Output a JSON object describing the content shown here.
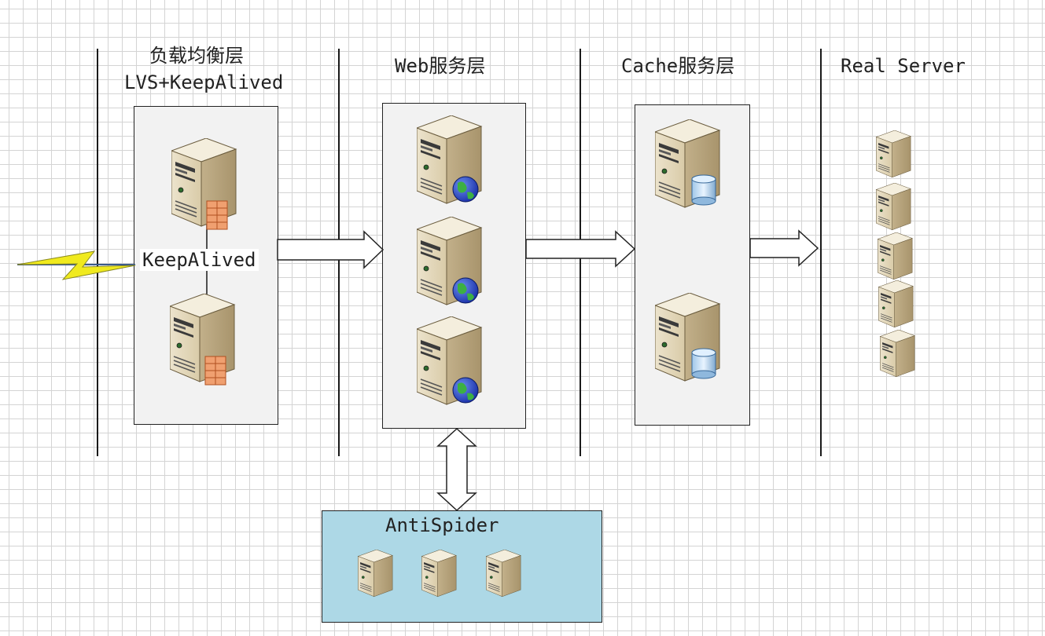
{
  "layers": {
    "load_balance_title": "负载均衡层",
    "load_balance_subtitle": "LVS+KeepAlived",
    "web_title": "Web服务层",
    "cache_title": "Cache服务层",
    "real_server_title": "Real Server"
  },
  "keepalived_label": "KeepAlived",
  "antispider_title": "AntiSpider",
  "icons": {
    "server_firewall": "server-firewall-icon",
    "server_web": "server-globe-icon",
    "server_cache": "server-database-icon",
    "server_plain": "server-icon",
    "lightning": "lightning-icon"
  },
  "colors": {
    "grid_line": "#d4d4d4",
    "panel_fill": "#f2f2f2",
    "antispider_fill": "#add8e6",
    "server_beige": "#e8dcc0",
    "lightning": "#f0ea1e"
  }
}
